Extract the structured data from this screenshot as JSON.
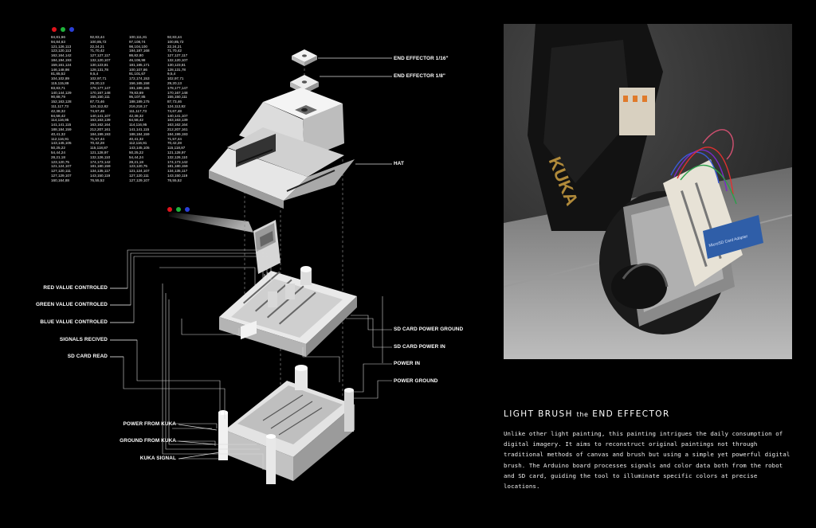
{
  "color_table": {
    "col1": [
      "84,81,66",
      "94,84,63",
      "121,126,113",
      "123,120,113",
      "162,164,142",
      "184,194,193",
      "159,161,124",
      "146,148,98",
      "81,85,52",
      "104,102,89",
      "115,115,89",
      "83,83,71",
      "140,144,129",
      "90,88,79",
      "152,163,128",
      "111,117,73",
      "42,38,32",
      "84,58,42",
      "114,116,95",
      "141,141,115",
      "188,184,159",
      "40,41,32",
      "112,116,91",
      "143,145,105",
      "50,25,22",
      "54,44,24",
      "28,21,18",
      "123,120,75",
      "121,124,107",
      "127,120,111",
      "127,129,107",
      "160,164,88"
    ],
    "col2": [
      "92,83,44",
      "100,85,72",
      "22,24,21",
      "71,70,42",
      "127,127,117",
      "132,120,107",
      "130,123,81",
      "128,131,78",
      "9,5,4",
      "102,97,71",
      "29,20,13",
      "178,177,147",
      "170,167,148",
      "155,150,111",
      "87,73,46",
      "124,112,82",
      "74,67,48",
      "140,141,107",
      "163,163,139",
      "163,162,164",
      "212,207,161",
      "184,199,193",
      "71,57,44",
      "70,42,28",
      "115,118,87",
      "121,128,97",
      "132,126,110",
      "174,173,142",
      "181,180,159",
      "134,135,117",
      "143,150,119",
      "76,55,52"
    ],
    "col3": [
      "100,111,81",
      "97,108,74",
      "98,104,100",
      "184,187,168",
      "86,82,80",
      "46,106,98",
      "181,185,171",
      "100,107,86",
      "91,101,67",
      "172,174,153",
      "156,165,158",
      "191,189,165",
      "79,83,69",
      "95,107,85",
      "188,189,175",
      "216,218,17",
      "111,117,73",
      "42,38,32",
      "64,58,42",
      "114,116,95",
      "141,141,115",
      "188,184,159",
      "40,41,32",
      "112,116,91",
      "143,145,105",
      "50,25,22",
      "54,44,24",
      "28,21,18",
      "123,120,75",
      "121,124,107",
      "127,120,111",
      "127,129,107"
    ],
    "col4": [
      "92,83,44",
      "100,85,72",
      "22,24,21",
      "71,70,42",
      "127,127,117",
      "132,120,107",
      "130,123,81",
      "128,131,78",
      "9,5,4",
      "102,97,71",
      "29,20,13",
      "178,177,147",
      "170,167,148",
      "155,150,111",
      "87,73,46",
      "124,112,82",
      "74,67,48",
      "140,141,107",
      "163,163,139",
      "163,162,164",
      "212,207,161",
      "184,199,193",
      "71,57,44",
      "70,42,28",
      "115,118,87",
      "121,128,97",
      "132,126,110",
      "174,173,142",
      "181,180,159",
      "134,135,117",
      "143,150,119",
      "76,55,52"
    ],
    "rgb_colors": [
      "#e0141c",
      "#1fb33a",
      "#2a3fd8"
    ]
  },
  "labels": {
    "end_effector_116": "END EFFECTOR 1/16\"",
    "end_effector_18": "END EFFECTOR 1/8\"",
    "hat": "HAT",
    "red_value": "RED VALUE CONTROLED",
    "green_value": "GREEN VALUE CONTROLED",
    "blue_value": "BLUE VALUE CONTROLED",
    "signals": "SIGNALS RECIVED",
    "sd_read": "SD CARD READ",
    "sd_ground": "SD CARD POWER GROUND",
    "sd_power": "SD CARD POWER IN",
    "power_in": "POWER IN",
    "power_ground": "POWER GROUND",
    "power_kuka": "POWER FROM KUKA",
    "ground_kuka": "GROUND FROM KUKA",
    "kuka_signal": "KUKA SIGNAL"
  },
  "photo": {
    "robot_text": "KUKA",
    "adapter_text": "MicroSD Card Adapter"
  },
  "section": {
    "title_a": "LIGHT BRUSH ",
    "title_b": "the",
    "title_c": " END EFFECTOR",
    "description": "Unlike other light painting, this painting intrigues the daily consumption of digital imagery. It aims to reconstruct original paintings not through traditional methods of canvas and brush but using a simple yet powerful digital brush. The Arduino board processes signals and color data both from the robot and SD card, guiding the tool to illuminate specific colors at precise locations."
  }
}
